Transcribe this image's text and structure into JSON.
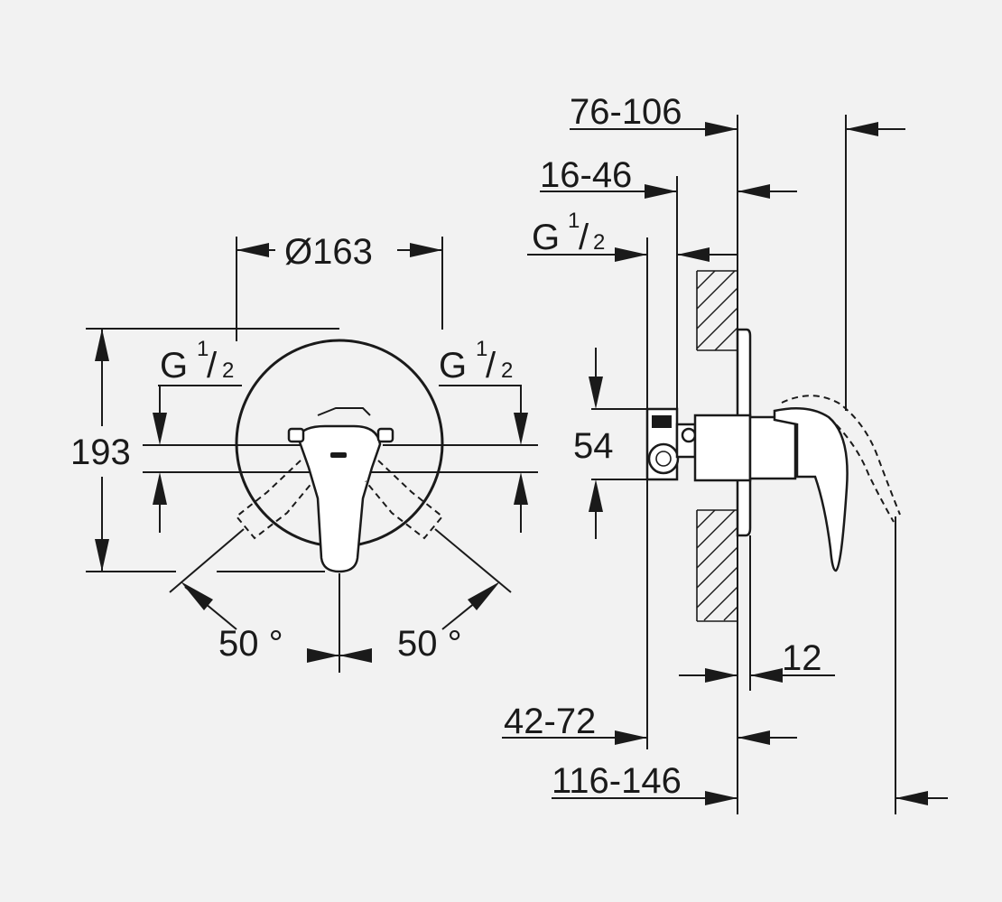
{
  "front_view": {
    "diameter_label": "Ø163",
    "height_label": "193",
    "thread_left": {
      "base": "G",
      "num": "1",
      "den": "2"
    },
    "thread_right": {
      "base": "G",
      "num": "1",
      "den": "2"
    },
    "angle_left_label": "50 °",
    "angle_right_label": "50 °"
  },
  "side_view": {
    "dim_76_106": "76-106",
    "dim_16_46": "16-46",
    "thread": {
      "base": "G",
      "num": "1",
      "den": "2"
    },
    "dim_54": "54",
    "dim_12": "12",
    "dim_42_72": "42-72",
    "dim_116_146": "116-146"
  }
}
